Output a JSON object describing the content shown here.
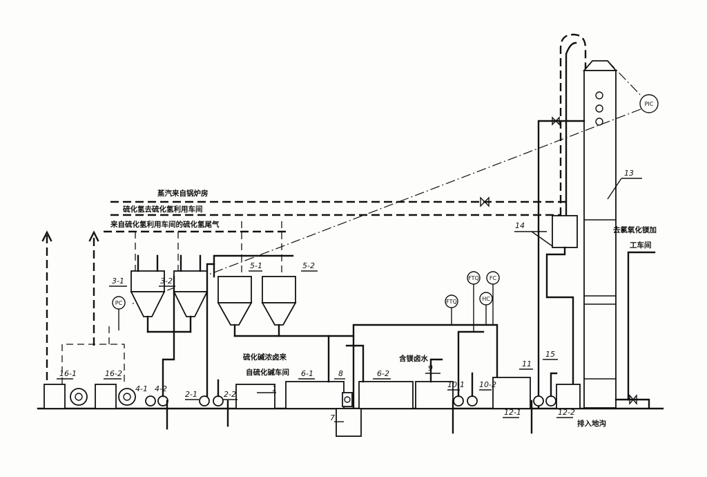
{
  "lines": {
    "steam": "蒸汽来自锅炉房",
    "h2s_out": "硫化氢去硫化氢利用车间",
    "tail_gas": "来自硫化氢利用车间的硫化氢尾气",
    "naoh_source_1": "硫化碱浓卤来",
    "naoh_source_2": "自硫化碱车间",
    "mg_brine": "含镁卤水",
    "to_mgcl": "去氯氧化镁加",
    "to_mgcl_2": "工车间",
    "drain": "排入地沟"
  },
  "equipment": [
    {
      "id": "lbl-1",
      "label": "1"
    },
    {
      "id": "lbl-2-1",
      "label": "2-1"
    },
    {
      "id": "lbl-2-2",
      "label": "2-2"
    },
    {
      "id": "lbl-3-1",
      "label": "3-1"
    },
    {
      "id": "lbl-3-2",
      "label": "3-2"
    },
    {
      "id": "lbl-4-1",
      "label": "4-1"
    },
    {
      "id": "lbl-4-2",
      "label": "4-2"
    },
    {
      "id": "lbl-5-1",
      "label": "5-1"
    },
    {
      "id": "lbl-5-2",
      "label": "5-2"
    },
    {
      "id": "lbl-6-1",
      "label": "6-1"
    },
    {
      "id": "lbl-6-2",
      "label": "6-2"
    },
    {
      "id": "lbl-7",
      "label": "7"
    },
    {
      "id": "lbl-8",
      "label": "8"
    },
    {
      "id": "lbl-9",
      "label": "9"
    },
    {
      "id": "lbl-10-1",
      "label": "10-1"
    },
    {
      "id": "lbl-10-2",
      "label": "10-2"
    },
    {
      "id": "lbl-11",
      "label": "11"
    },
    {
      "id": "lbl-12-1",
      "label": "12-1"
    },
    {
      "id": "lbl-12-2",
      "label": "12-2"
    },
    {
      "id": "lbl-13",
      "label": "13"
    },
    {
      "id": "lbl-14",
      "label": "14"
    },
    {
      "id": "lbl-15",
      "label": "15"
    },
    {
      "id": "lbl-16-1",
      "label": "16-1"
    },
    {
      "id": "lbl-16-2",
      "label": "16-2"
    }
  ],
  "instruments": {
    "pic": "PIC",
    "pc": "PC",
    "ftq_1": "FTQ",
    "ftq_2": "FTQ",
    "fc": "FC",
    "hc": "HC"
  }
}
